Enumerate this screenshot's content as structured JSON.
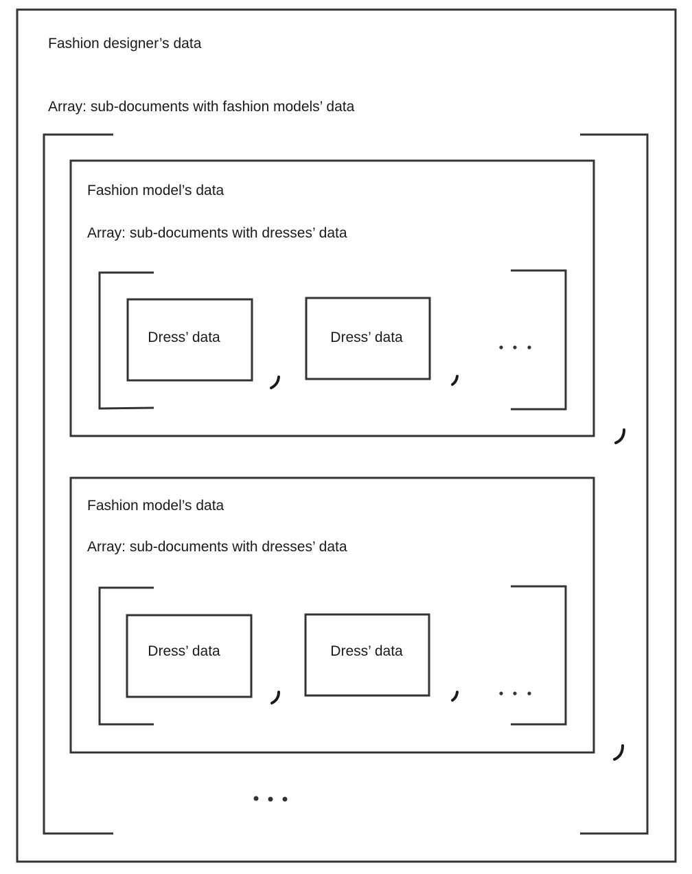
{
  "designer": {
    "title": "Fashion designer’s data",
    "array_label": "Array: sub-documents with fashion models’ data"
  },
  "models": [
    {
      "title": "Fashion model’s data",
      "array_label": "Array: sub-documents with dresses’ data",
      "dresses": [
        {
          "label": "Dress’ data"
        },
        {
          "label": "Dress’ data"
        }
      ]
    },
    {
      "title": "Fashion model’s data",
      "array_label": "Array: sub-documents with dresses’ data",
      "dresses": [
        {
          "label": "Dress’ data"
        },
        {
          "label": "Dress’ data"
        }
      ]
    }
  ]
}
